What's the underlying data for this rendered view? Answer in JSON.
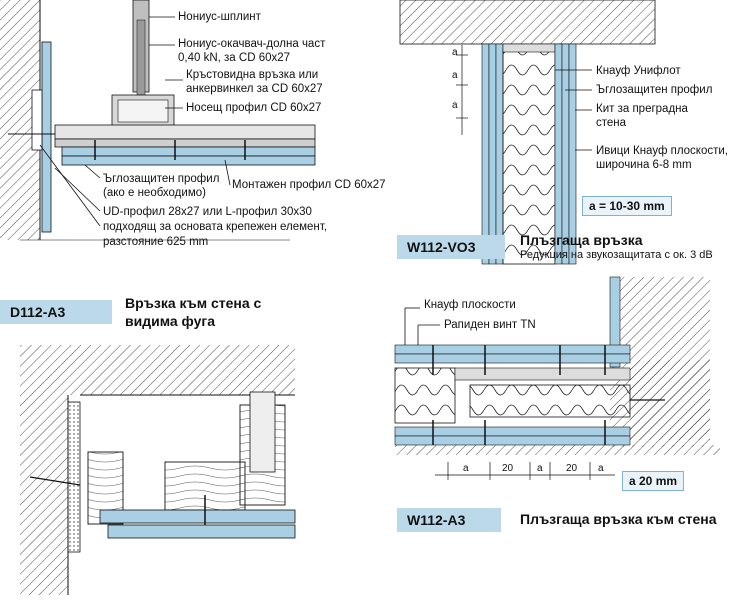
{
  "d112": {
    "code": "D112-A3",
    "title": [
      "Връзка към стена с",
      "видима фуга"
    ],
    "labels": {
      "nonius_pin": "Нониус-шплинт",
      "nonius_hanger": [
        "Нониус-окачвач-долна част",
        "0,40 kN, за CD 60x27"
      ],
      "cross_connection": [
        "Кръстовидна връзка или",
        "анкервинкел за CD 60x27"
      ],
      "carrier_profile": "Носещ профил CD 60x27",
      "corner_profile": [
        "Ъглозащитен профил",
        "(ако е необходимо)"
      ],
      "mounting_profile": "Монтажен профил CD 60x27",
      "ud_profile": [
        "UD-профил 28x27 или L-профил 30x30",
        "подходящ за основата крепежен елемент,",
        "разстояние    625 mm"
      ]
    }
  },
  "w112vo3": {
    "code": "W112-VO3",
    "title": "Плъзгаща връзка",
    "subtitle": "Редукция на звукозащитата с ок. 3 dB",
    "dim_letter": "a",
    "dimension": "a = 10-30 mm",
    "labels": {
      "uniflot": "Кнауф Унифлот",
      "corner_profile": "Ъглозащитен профил",
      "putty": [
        "Кит за преградна",
        "стена"
      ],
      "strips": [
        "Ивици Кнауф плоскости,",
        "широчина 6-8 mm"
      ]
    }
  },
  "w112a3": {
    "code": "W112-A3",
    "title": "Плъзгаща връзка към стена",
    "dimension": "a    20 mm",
    "dims": [
      "a",
      "20",
      "a",
      "20",
      "a"
    ],
    "labels": {
      "boards": "Кнауф плоскости",
      "screw": "Рапиден винт TN"
    }
  },
  "colors": {
    "accent": "#bcd9ea",
    "board": "#a9cfe4",
    "line": "#111111"
  }
}
